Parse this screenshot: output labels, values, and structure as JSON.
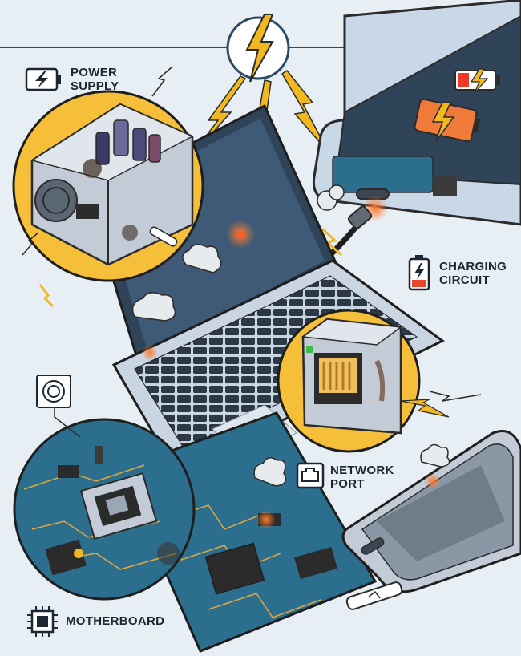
{
  "labels": {
    "power_supply": [
      "POWER",
      "SUPPLY"
    ],
    "charging_circuit": [
      "CHARGING",
      "CIRCUIT"
    ],
    "network_port": [
      "NETWORK",
      "PORT"
    ],
    "motherboard": "MOTHERBOARD"
  },
  "icons": {
    "top": "lightning-bolt",
    "power_supply": "battery-bolt",
    "charging_circuit": "battery-low",
    "network_port": "ethernet-port",
    "motherboard": "microchip",
    "fan": "speaker-vent"
  },
  "colors": {
    "background": "#e7eef4",
    "accent_yellow": "#f5bf3a",
    "bolt": "#f2b81f",
    "fire": "#f0562a",
    "pcb": "#2c6e8e",
    "laptop_dark": "#2f4359",
    "ink": "#1d2733"
  }
}
